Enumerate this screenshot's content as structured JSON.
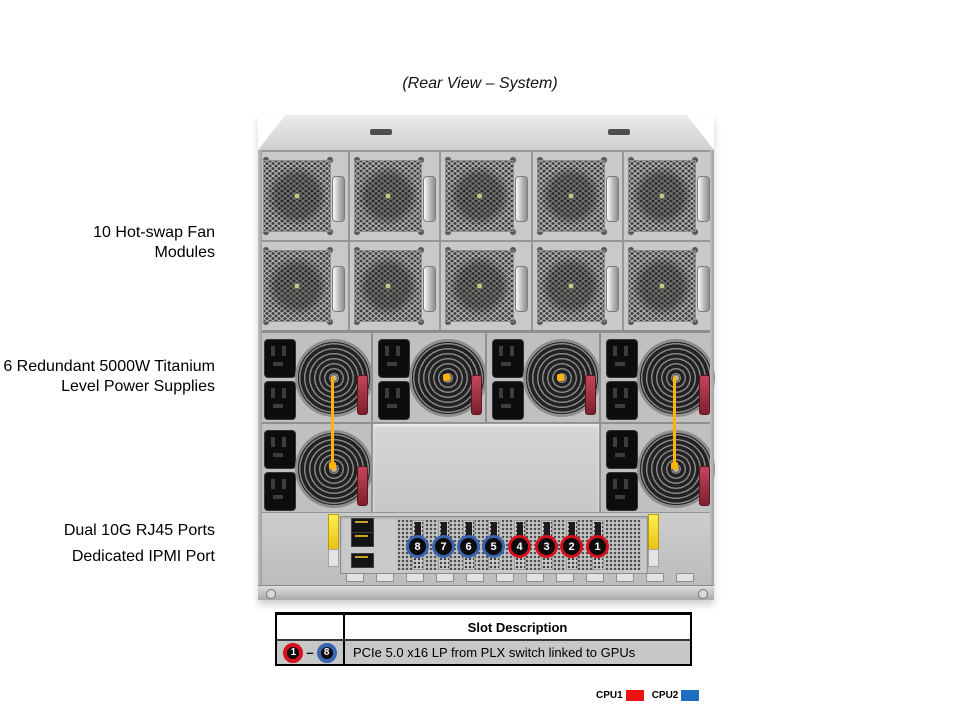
{
  "title": "(Rear View – System)",
  "colors": {
    "callout": "#ffb405",
    "slot_red": "#d6101f",
    "slot_blue": "#3a64ae"
  },
  "callouts": {
    "fan_modules": {
      "line1": "10 Hot-swap Fan",
      "line2": "Modules"
    },
    "power_supplies": {
      "line1": "6 Redundant 5000W Titanium",
      "line2": "Level Power Supplies"
    },
    "rj45_ports": {
      "label": "Dual 10G RJ45 Ports"
    },
    "ipmi_port": {
      "label": "Dedicated IPMI Port"
    }
  },
  "slots": {
    "items": [
      {
        "label": "8",
        "ring": "#3a64ae",
        "cpu": "CPU2"
      },
      {
        "label": "7",
        "ring": "#3a64ae",
        "cpu": "CPU2"
      },
      {
        "label": "6",
        "ring": "#3a64ae",
        "cpu": "CPU2"
      },
      {
        "label": "5",
        "ring": "#3a64ae",
        "cpu": "CPU2"
      },
      {
        "label": "4",
        "ring": "#d6101f",
        "cpu": "CPU1"
      },
      {
        "label": "3",
        "ring": "#d6101f",
        "cpu": "CPU1"
      },
      {
        "label": "2",
        "ring": "#d6101f",
        "cpu": "CPU1"
      },
      {
        "label": "1",
        "ring": "#d6101f",
        "cpu": "CPU1"
      }
    ]
  },
  "table": {
    "header": "Slot Description",
    "row": {
      "from_slot": "1",
      "from_ring": "#d6101f",
      "dash": "–",
      "to_slot": "8",
      "to_ring": "#3a64ae",
      "description": "PCIe 5.0 x16 LP from PLX switch linked to GPUs"
    }
  },
  "legend": {
    "items": [
      {
        "label": "CPU1",
        "color": "#ee1111"
      },
      {
        "label": "CPU2",
        "color": "#1d6ec0"
      }
    ]
  }
}
